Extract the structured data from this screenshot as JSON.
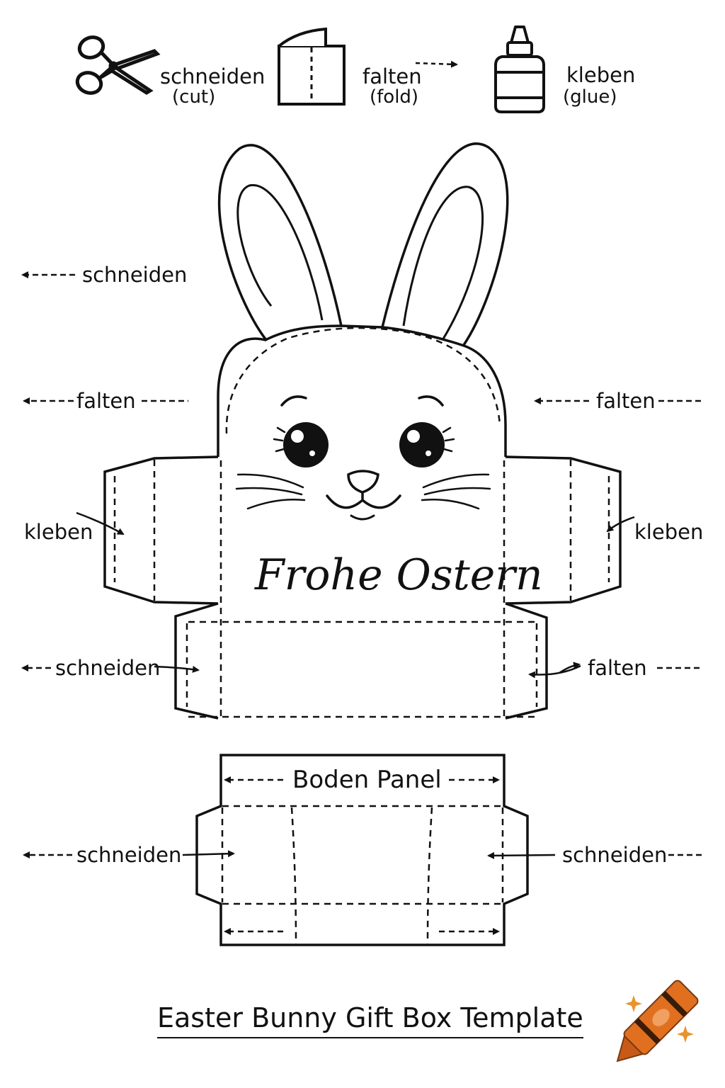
{
  "legend": {
    "cut": {
      "label": "schneiden",
      "translation": "(cut)",
      "icon": "scissors-icon"
    },
    "fold": {
      "label": "falten",
      "translation": "(fold)",
      "icon": "folded-card-icon"
    },
    "glue": {
      "label": "kleben",
      "translation": "(glue)",
      "icon": "glue-bottle-icon"
    }
  },
  "template": {
    "greeting": "Frohe Ostern",
    "bottom_panel_label": "Boden Panel",
    "annotations": {
      "left_ears_cut": "schneiden",
      "left_head_fold": "falten",
      "right_head_fold": "falten",
      "left_tab_glue": "kleben",
      "right_tab_glue": "kleben",
      "left_lower_cut": "schneiden",
      "right_lower_fold": "falten",
      "left_base_cut": "schneiden",
      "right_base_cut": "schneiden"
    }
  },
  "footer": {
    "title": "Easter Bunny Gift Box Template",
    "crayon_color": "#E07020"
  }
}
